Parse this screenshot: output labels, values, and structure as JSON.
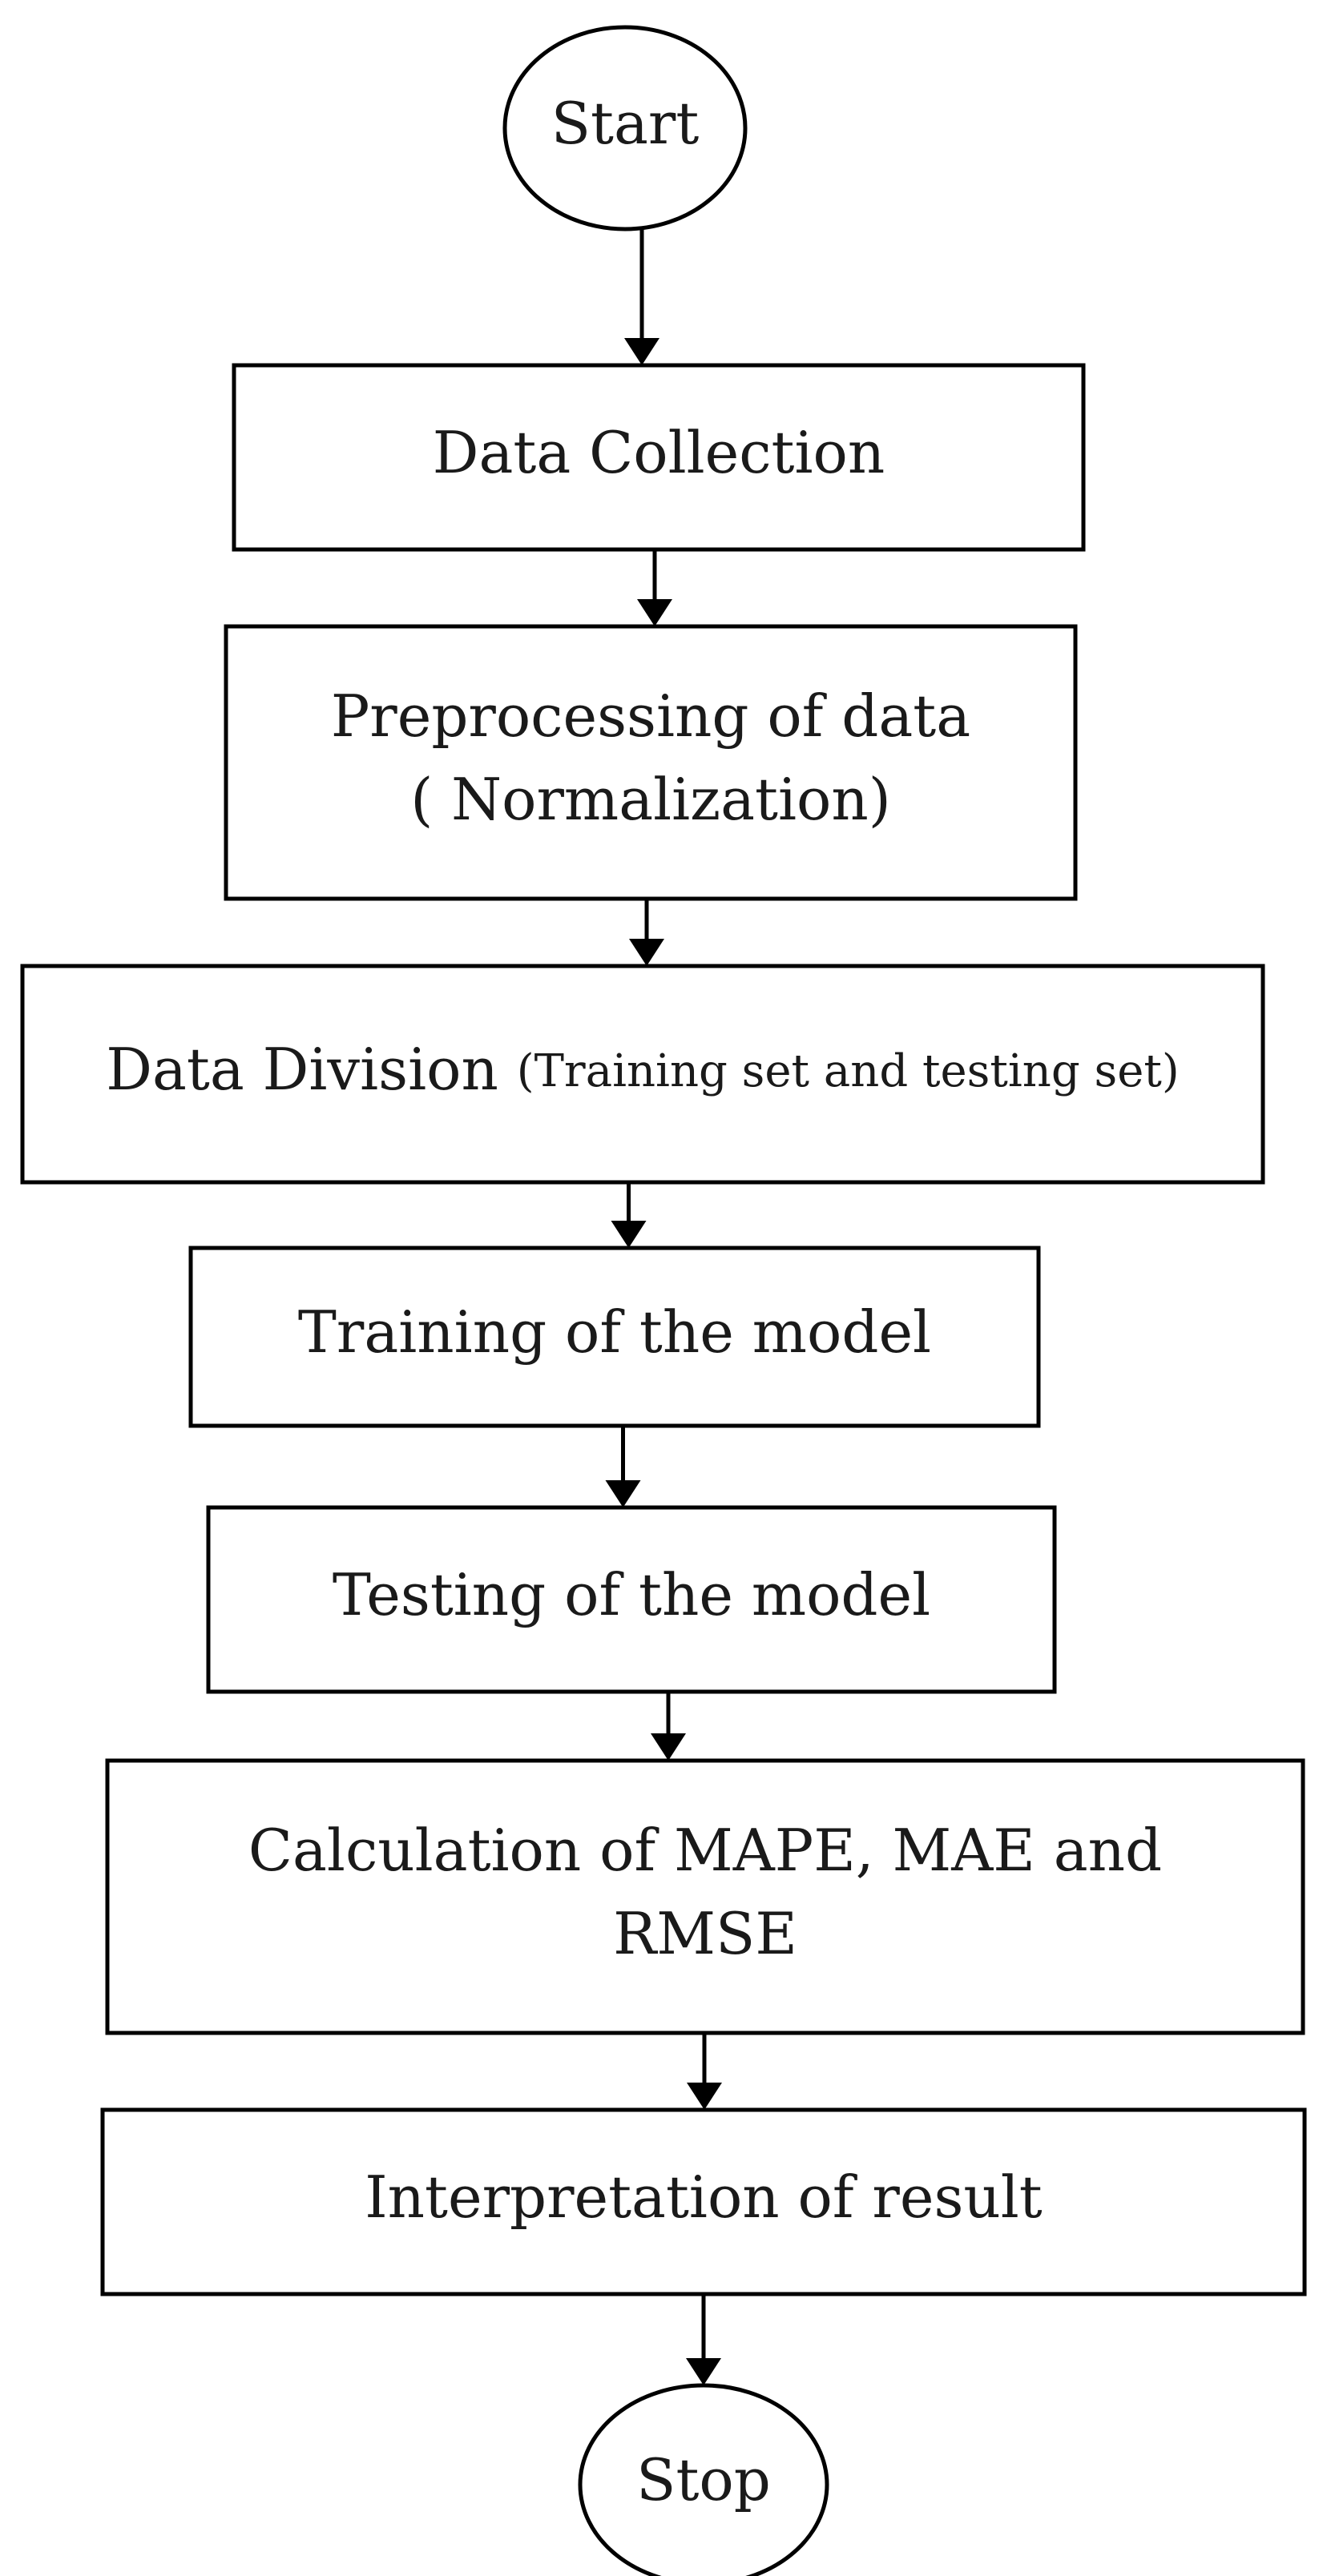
{
  "flowchart": {
    "nodes": [
      {
        "id": "start",
        "shape": "ellipse",
        "lines": [
          "Start"
        ]
      },
      {
        "id": "data-collection",
        "shape": "rect",
        "lines": [
          "Data Collection"
        ]
      },
      {
        "id": "preprocessing",
        "shape": "rect",
        "lines": [
          "Preprocessing of data",
          "( Normalization)"
        ]
      },
      {
        "id": "data-division",
        "shape": "rect",
        "lines": [
          "Data Division"
        ],
        "inline_note": "(Training set and testing set)"
      },
      {
        "id": "training",
        "shape": "rect",
        "lines": [
          "Training of the model"
        ]
      },
      {
        "id": "testing",
        "shape": "rect",
        "lines": [
          "Testing of the model"
        ]
      },
      {
        "id": "calculation",
        "shape": "rect",
        "lines": [
          "Calculation of MAPE, MAE and",
          "RMSE"
        ]
      },
      {
        "id": "interpretation",
        "shape": "rect",
        "lines": [
          "Interpretation of result"
        ]
      },
      {
        "id": "stop",
        "shape": "ellipse",
        "lines": [
          "Stop"
        ]
      }
    ],
    "edges": [
      {
        "from": "start",
        "to": "data-collection"
      },
      {
        "from": "data-collection",
        "to": "preprocessing"
      },
      {
        "from": "preprocessing",
        "to": "data-division"
      },
      {
        "from": "data-division",
        "to": "training"
      },
      {
        "from": "training",
        "to": "testing"
      },
      {
        "from": "testing",
        "to": "calculation"
      },
      {
        "from": "calculation",
        "to": "interpretation"
      },
      {
        "from": "interpretation",
        "to": "stop"
      }
    ]
  }
}
